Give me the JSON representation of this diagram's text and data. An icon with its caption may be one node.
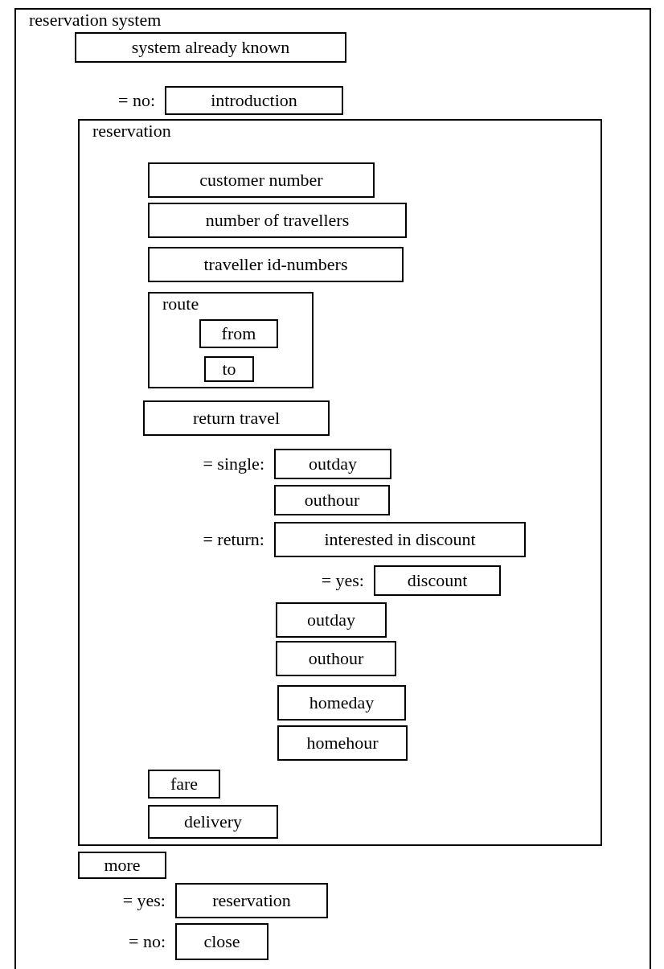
{
  "diagram": {
    "nodes": [
      {
        "text": [
          "reservation system"
        ]
      },
      {
        "text": [
          "system already known"
        ],
        "in": 0
      },
      {
        "text": [
          "introduction"
        ],
        "in": 0,
        "beside": [
          "= no:"
        ]
      },
      {
        "text": [
          "reservation"
        ],
        "in": 0
      },
      {
        "text": [
          "customer number"
        ],
        "in": 3
      },
      {
        "text": [
          "number of travellers"
        ],
        "in": 3
      },
      {
        "text": [
          "traveller id-numbers"
        ],
        "in": 3
      },
      {
        "text": [
          "route"
        ],
        "in": 3
      },
      {
        "text": [
          "from"
        ],
        "in": 7
      },
      {
        "text": [
          "to"
        ],
        "in": 7
      },
      {
        "text": [
          "return travel"
        ],
        "in": 3
      },
      {
        "text": [
          "outday"
        ],
        "in": 3,
        "beside": [
          "= single:"
        ]
      },
      {
        "text": [
          "outhour"
        ],
        "in": 3
      },
      {
        "text": [
          "interested in discount"
        ],
        "in": 3,
        "beside": [
          "= return:"
        ]
      },
      {
        "text": [
          "discount"
        ],
        "in": 3,
        "beside": [
          "= yes:"
        ]
      },
      {
        "text": [
          "outday"
        ],
        "in": 3
      },
      {
        "text": [
          "outhour"
        ],
        "in": 3
      },
      {
        "text": [
          "homeday"
        ],
        "in": 3
      },
      {
        "text": [
          "homehour"
        ],
        "in": 3
      },
      {
        "text": [
          "fare"
        ],
        "in": 3
      },
      {
        "text": [
          "delivery"
        ],
        "in": 3
      },
      {
        "text": [
          "more"
        ],
        "in": 0
      },
      {
        "text": [
          "reservation"
        ],
        "in": 0,
        "beside": [
          "= yes:"
        ]
      },
      {
        "text": [
          "close"
        ],
        "in": 0,
        "beside": [
          "= no:"
        ]
      }
    ],
    "edges": []
  }
}
